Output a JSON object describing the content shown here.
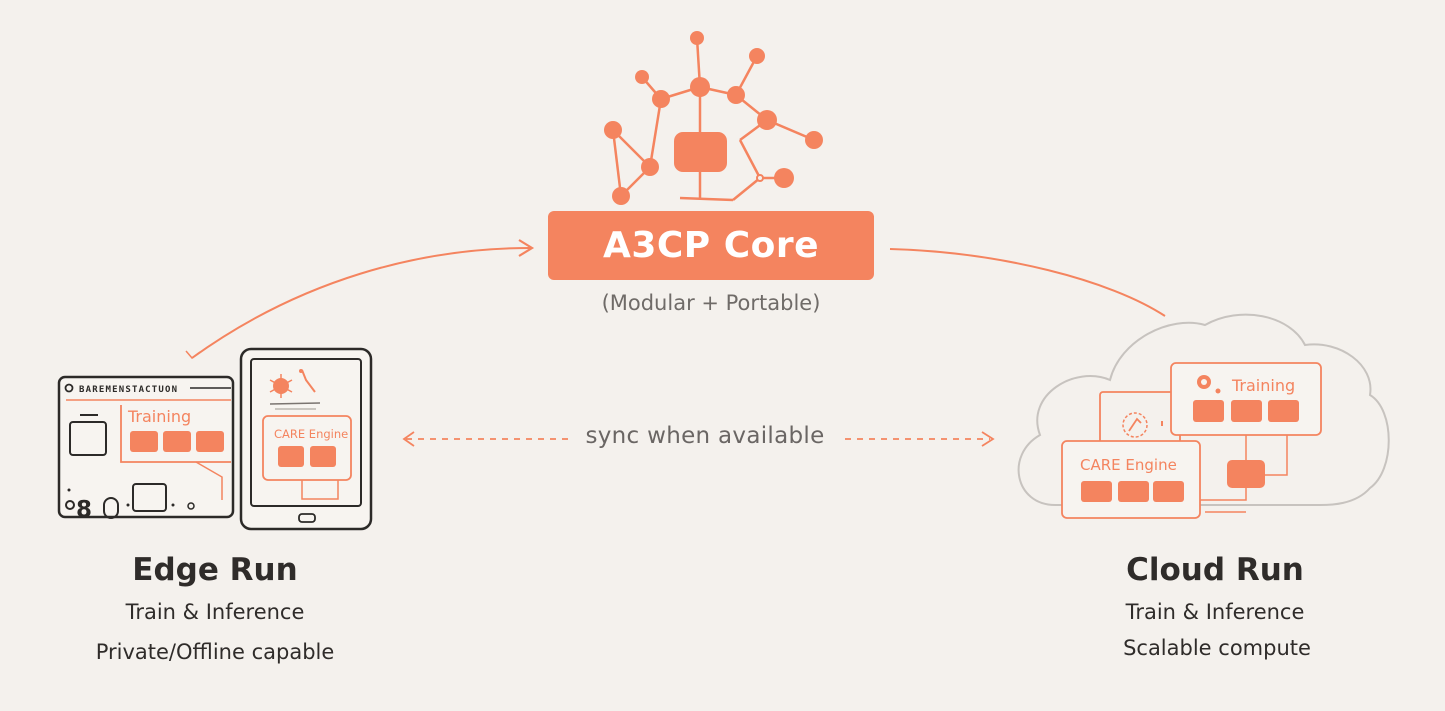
{
  "core": {
    "title": "A3CP Core",
    "subtitle": "(Modular + Portable)"
  },
  "sync": {
    "label": "sync when available"
  },
  "edge": {
    "title": "Edge Run",
    "line1": "Train & Inference",
    "line2": "Private/Offline capable",
    "device_header": "BAREMENSTACTUON",
    "training_label": "Training",
    "care_label": "CARE Engine"
  },
  "cloud": {
    "title": "Cloud Run",
    "line1": "Train & Inference",
    "line2": "Scalable compute",
    "training_label": "Training",
    "care_label": "CARE Engine"
  },
  "icons": {
    "network": "network-graph-icon",
    "gear": "gear-icon",
    "virus": "bug-icon",
    "cloud": "cloud-icon",
    "tablet": "tablet-icon",
    "board": "circuit-board-icon"
  },
  "colors": {
    "accent": "#f4845f",
    "background": "#f4f1ed",
    "text": "#2f2c2a",
    "muted": "#6f6b68"
  }
}
